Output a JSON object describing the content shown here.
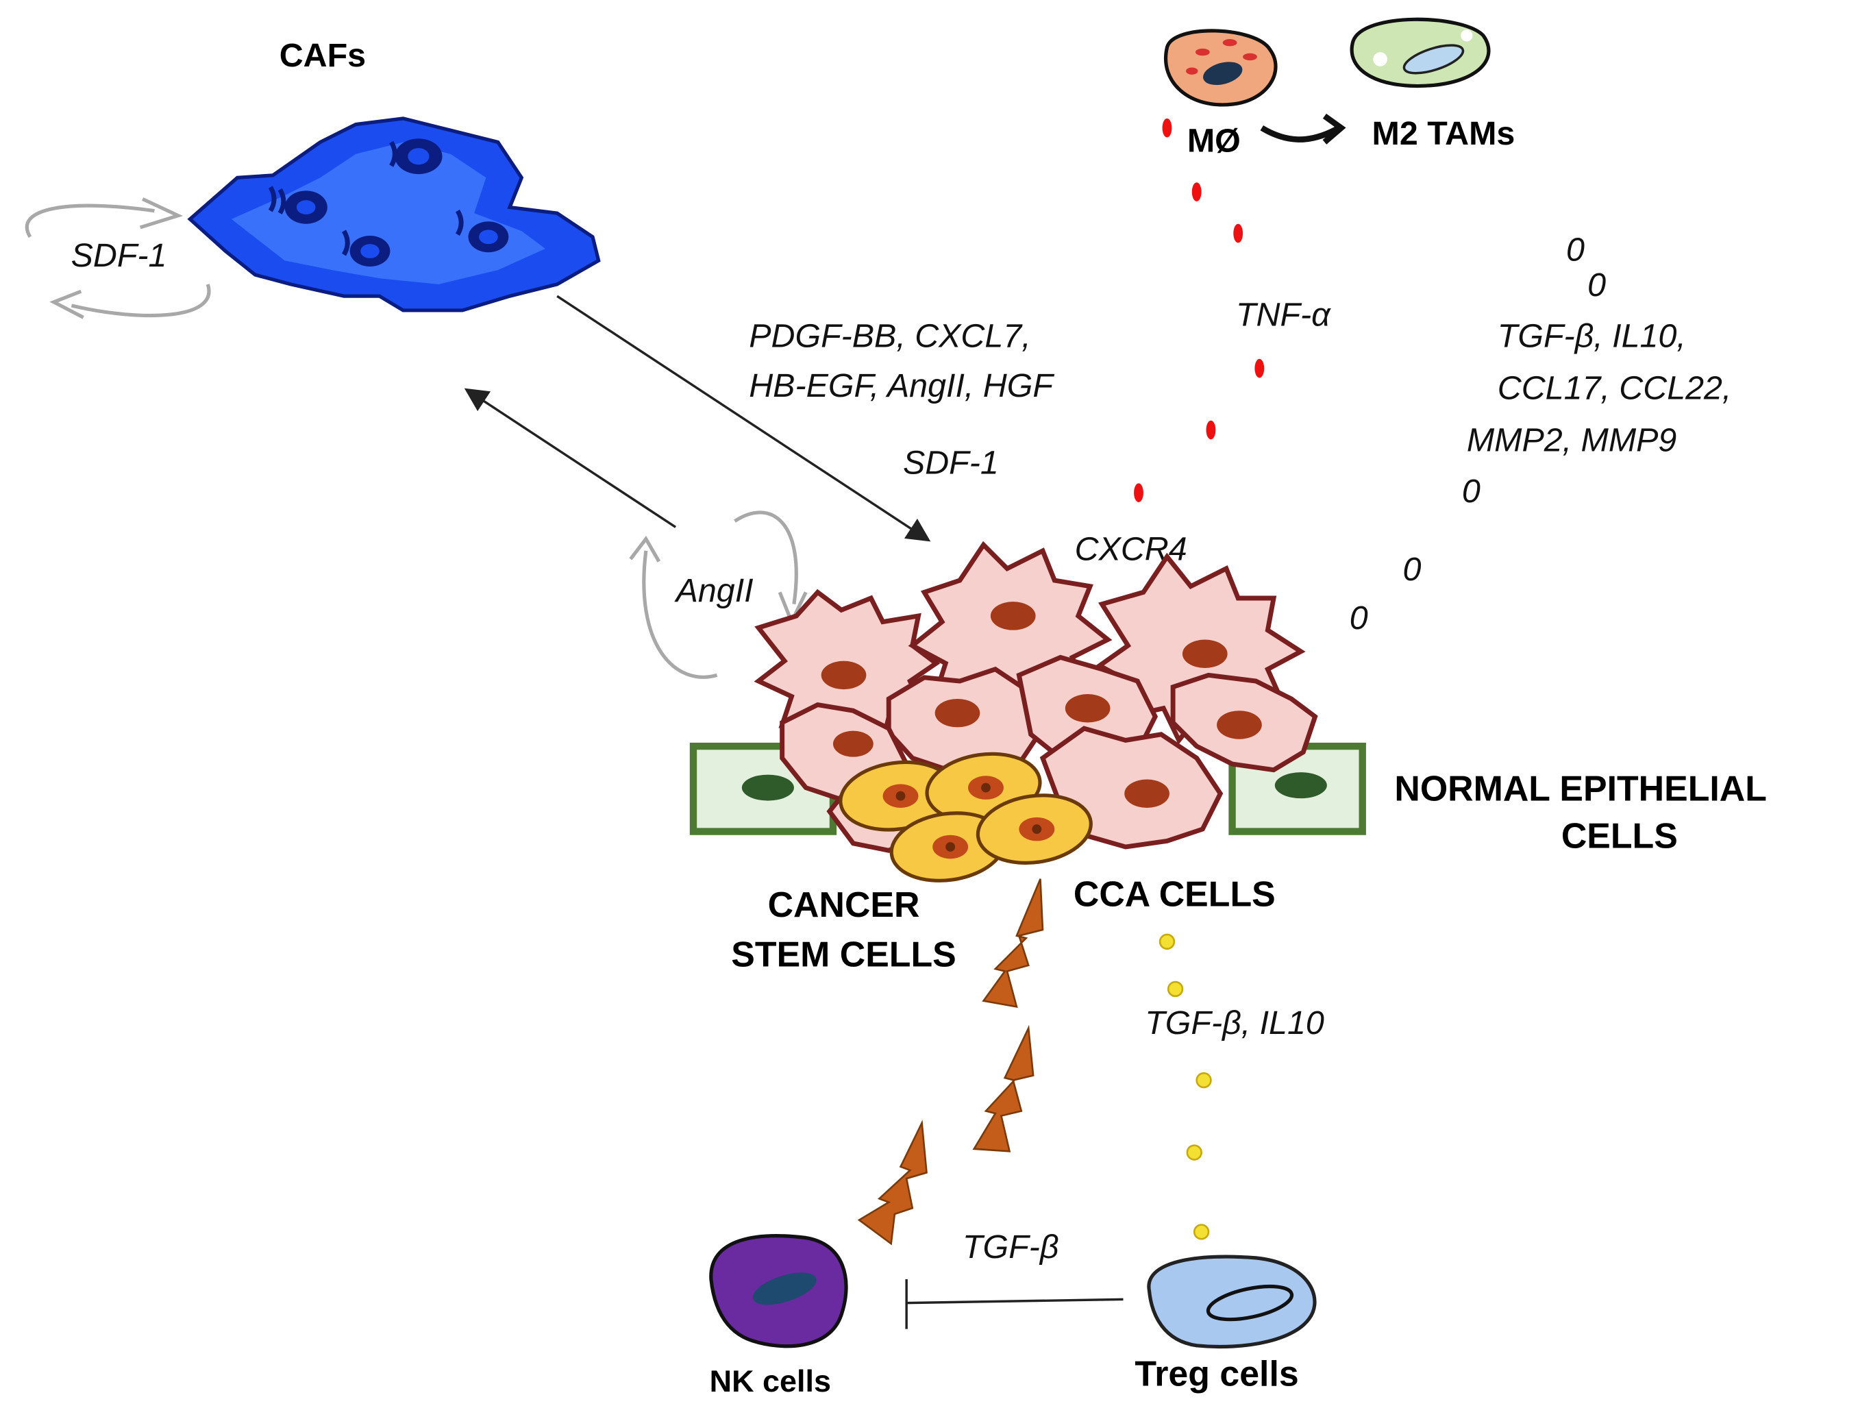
{
  "labels": {
    "cafs": "CAFs",
    "sdf1_autocrine": "SDF-1",
    "mo": "MØ",
    "m2_tams": "M2 TAMs",
    "tnf_alpha": "TNF-α",
    "tam_factors": [
      "TGF-β, IL10,",
      "CCL17, CCL22,",
      "MMP2, MMP9"
    ],
    "caf_factors": [
      "PDGF-BB, CXCL7,",
      "HB-EGF, AngII, HGF"
    ],
    "sdf1": "SDF-1",
    "cxcr4": "CXCR4",
    "angii": "AngII",
    "normal_epithelial": [
      "NORMAL EPITHELIAL",
      "CELLS"
    ],
    "cancer_stem": [
      "CANCER",
      "STEM CELLS"
    ],
    "cca_cells": "CCA CELLS",
    "treg_factors": "TGF-β, IL10",
    "tgf_beta": "TGF-β",
    "nk_cells": "NK cells",
    "treg_cells": "Treg cells",
    "zero_marks": [
      "0",
      "0",
      "0",
      "0",
      "0"
    ]
  },
  "colors": {
    "caf_fill": "#1a4cf0",
    "caf_light": "#4a86ff",
    "cca_fill": "#f6d0cc",
    "cca_outline": "#7a1f1f",
    "nucleus": "#a33a1a",
    "stem_fill": "#f7c843",
    "epithelial_fill": "#e3f0de",
    "epithelial_outline": "#4d7a33",
    "macrophage_fill": "#f0a77d",
    "m2_fill": "#cde6b4",
    "nk_fill": "#6a2aa0",
    "treg_fill": "#a9c8f0",
    "tnf_dots": "#ee1111",
    "treg_dots": "#f4e033",
    "lightning": "#c45d1a"
  }
}
